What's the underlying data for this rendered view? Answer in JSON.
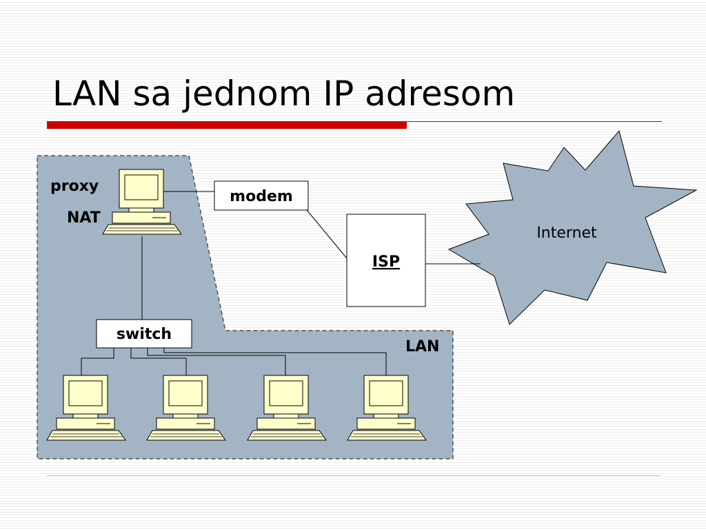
{
  "slide": {
    "title": "LAN sa jednom IP adresom"
  },
  "diagram": {
    "lan_label": "LAN",
    "proxy_label": "proxy",
    "nat_label": "NAT",
    "modem_label": "modem",
    "isp_label": "ISP",
    "switch_label": "switch",
    "internet_label": "Internet"
  },
  "colors": {
    "lan_fill": "#a3b4c4",
    "cloud_fill": "#a3b4c4",
    "computer_fill": "#ffffcc",
    "accent_red": "#cc0000"
  }
}
